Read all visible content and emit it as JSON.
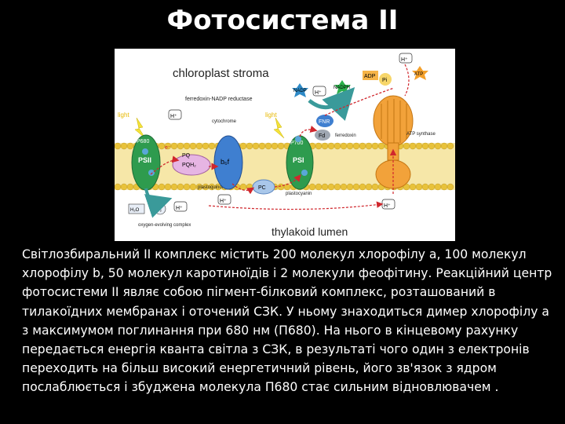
{
  "slide": {
    "title": "Фотосистема II",
    "caption": "Світлозбиральний II комплекс містить 200 молекул хлорофілу а, 100 молекул\nхлорофілу b, 50 молекул каротиноїдів і 2 молекули феофітину. Реакційний центр\nфотосистеми II являє собою пігмент-білковий комплекс, розташований в\nтилакоїдних мембранах і оточений СЗК. У ньому знаходиться димер хлорофілу а\nз максимумом поглинання при 680 нм (П680). На нього в кінцевому рахунку\nпередається енергія кванта світла з СЗК, в результаті чого один з електронів\nпереходить на більш високий енергетичний рівень, його зв'язок з ядром\nпослаблюється і збуджена молекула П680 стає сильним відновлювачем ."
  },
  "diagram": {
    "stroma_label": "chloroplast stroma",
    "lumen_label": "thylakoid lumen",
    "fnr_enzyme_label": "ferredoxin-NADP reductase",
    "light_left": "light",
    "light_right": "light",
    "h_plus": "H⁺",
    "nadp": "NADP",
    "nadph": "NADPH",
    "adp": "ADP",
    "pi": "Pi",
    "atp": "ATP",
    "atp_synthase": "ATP synthase",
    "cytochrome": "cytochrome",
    "fnr": "FNR",
    "fd": "Fd",
    "ferredoxin": "ferredoxin",
    "p680": "P680",
    "psii": "PSII",
    "pq": "PQ",
    "pqh2": "PQH₂",
    "b6f": "b₆f",
    "plastoquinone": "plastoquinone",
    "p700": "P700",
    "psi": "PSI",
    "pc": "PC",
    "plastocyanin": "plastocyanin",
    "h2o": "H₂O",
    "o2": "O₂",
    "oxygen_complex": "oxygen-evolving complex",
    "electron": "e⁻",
    "colors": {
      "membrane_head": "#e8c23a",
      "psii": "#2e9b4e",
      "psi": "#2e9b4e",
      "cytochrome": "#3f7fd0",
      "atp_synthase": "#f2a23a",
      "pc": "#a9c7ea",
      "electron_path": "#d0272d"
    }
  }
}
